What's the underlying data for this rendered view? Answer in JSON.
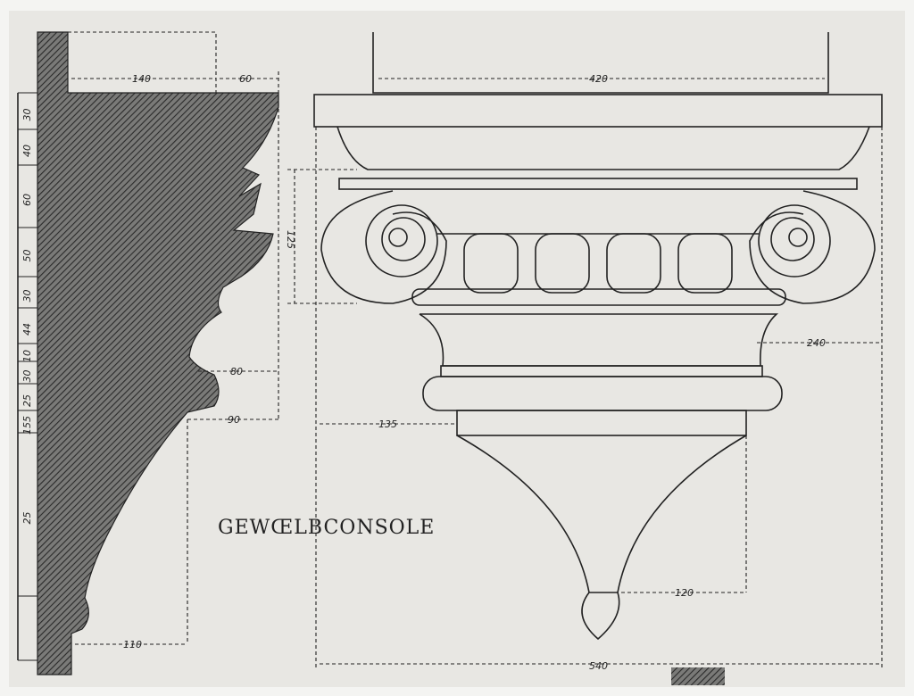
{
  "title": "GEWŒLBCONSOLE",
  "scale_labels": [
    "30",
    "40",
    "60",
    "50",
    "30",
    "44",
    "10",
    "30",
    "25",
    "155",
    "25"
  ],
  "dimensions": {
    "top_left_width": "140",
    "top_left_projection": "60",
    "top_width": "420",
    "volute_height": "125",
    "profile_80": "80",
    "profile_90": "90",
    "bottom_left": "110",
    "left_offset": "135",
    "right_offset": "240",
    "pendant_offset": "120",
    "total_width": "540"
  },
  "colors": {
    "paper": "#e8e7e3",
    "ink": "#222222"
  }
}
